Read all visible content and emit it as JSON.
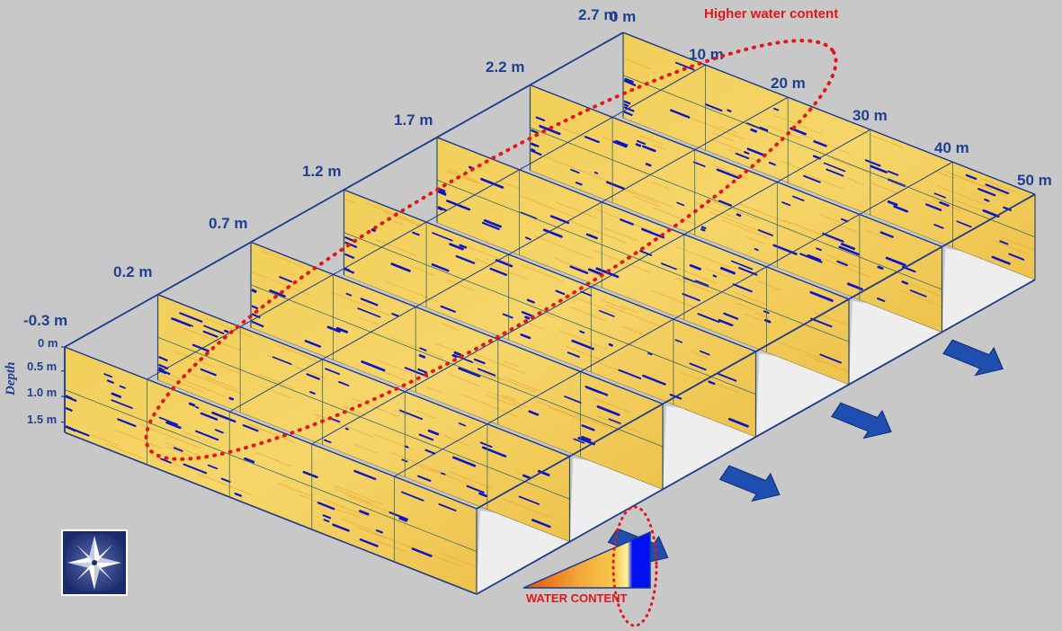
{
  "figure": {
    "annotation": "Higher water content",
    "depth_label": "Depth",
    "depth_ticks": [
      "0 m",
      "0.5 m",
      "1.0 m",
      "1.5 m"
    ],
    "distance_ticks": [
      "0 m",
      "10 m",
      "20 m",
      "30 m",
      "40 m",
      "50 m"
    ],
    "lines": [
      {
        "offset_label": "-0.3 m"
      },
      {
        "offset_label": "0.2 m"
      },
      {
        "offset_label": "0.7 m"
      },
      {
        "offset_label": "1.2 m"
      },
      {
        "offset_label": "1.7 m"
      },
      {
        "offset_label": "2.2 m"
      },
      {
        "offset_label": "2.7 m"
      }
    ],
    "direction_arrows": 4
  },
  "legend": {
    "title": "WATER CONTENT",
    "colors": {
      "low": "#e0540a",
      "mid": "#f7c84a",
      "light": "#fff1a0",
      "high": "#0010f0"
    }
  },
  "colors": {
    "background": "#c8c8c8",
    "frame": "#1a3a8f",
    "panel": "#f0c850",
    "highlight": "#e4161a",
    "arrow": "#1e4fb0"
  },
  "logo": {
    "icon": "compass-rose-icon"
  }
}
